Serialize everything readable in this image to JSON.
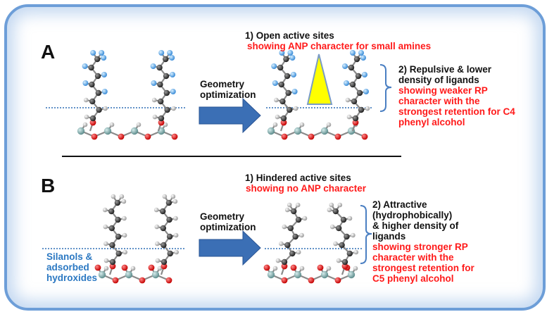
{
  "panel_a": {
    "letter": "A",
    "arrow_label_1": "Geometry",
    "arrow_label_2": "optimization",
    "heading": "1) Open active sites",
    "heading_sub": "showing ANP character for small amines",
    "side_1": "2) Repulsive & lower",
    "side_2": "density of ligands",
    "side_red_1": "showing weaker RP",
    "side_red_2": "character with the",
    "side_red_3": "strongest retention for C4",
    "side_red_4": "phenyl alcohol"
  },
  "panel_b": {
    "letter": "B",
    "arrow_label_1": "Geometry",
    "arrow_label_2": "optimization",
    "heading": "1) Hindered active sites",
    "heading_sub": "showing no ANP character",
    "side_1": "2) Attractive",
    "side_2": "(hydrophobically)",
    "side_3": "& higher density of",
    "side_4": "ligands",
    "side_red_1": "showing stronger RP",
    "side_red_2": "character with the",
    "side_red_3": "strongest retention for",
    "side_red_4": "C5 phenyl alcohol",
    "surface_1": "Silanols &",
    "surface_2": "adsorbed",
    "surface_3": "hydroxides"
  },
  "colors": {
    "frame": "#6d9ed8",
    "arrow": "#3b6fb5",
    "dotted_line": "#2f6fb6",
    "triangle": "#ffff00",
    "accent_red": "#ff1a1a",
    "surface_text": "#2b78c2"
  }
}
